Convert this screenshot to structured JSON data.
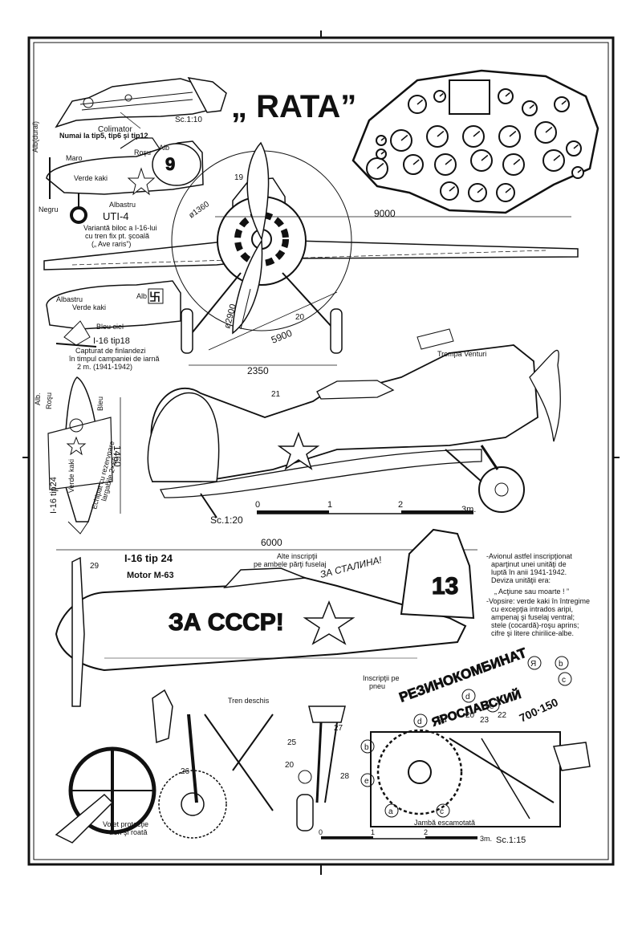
{
  "title": "„ RATA”",
  "gunsight": {
    "label": "Colimator",
    "scale": "Sc.1:10",
    "note": "Numai la tip5, tip6 şi tip12"
  },
  "uti4": {
    "colors": [
      "Alb(dural)",
      "Maro",
      "Roşu",
      "Alb",
      "Verde kaki",
      "Albastru",
      "Negru"
    ],
    "name": "UTI-4",
    "desc1": "Variantă biloc a I-16-lui",
    "desc2": "cu tren fix pt. şcoală",
    "desc3": "(„ Ave raris”)"
  },
  "finnish": {
    "colors": [
      "Albastru",
      "Alb",
      "Verde kaki",
      "Bleu ciel"
    ],
    "name": "I-16 tip18",
    "desc1": "Capturat de finlandezi",
    "desc2": "în timpul campaniei de iarnă",
    "desc3": "2 m. (1941-1942)"
  },
  "underside": {
    "colors": [
      "Alb.",
      "Roşu",
      "Bleu"
    ],
    "type": "I-16 tip24",
    "label": "Verde kaki",
    "tanks1": "Echipat cu rezervoare",
    "tanks2": "largabile 2×60 l."
  },
  "front_view": {
    "dims": [
      "9000",
      "ø1360",
      "ø2900",
      "5900",
      "2350"
    ],
    "callouts": [
      "19",
      "20"
    ]
  },
  "side_view": {
    "callouts": [
      "21"
    ],
    "venturi": "Trompă Venturi",
    "dim": "1460",
    "scale": "Sc.1:20",
    "scale_ticks": [
      "0",
      "1",
      "2",
      "3m."
    ]
  },
  "profile": {
    "span": "6000",
    "name": "I-16  tip 24",
    "engine": "Motor  M-63",
    "callout": "29",
    "other_marks1": "Alte inscripţii",
    "other_marks2": "pe ambele părţi fuselaj",
    "slogan": "ЗА СТАЛИНА!",
    "fuselage_text": "ЗА СССР!",
    "tail_number": "13"
  },
  "notes": {
    "n1": "-Avionul astfel inscripţionat",
    "n2": "aparţinut unei unităţi de",
    "n3": "luptă în anii 1941-1942.",
    "n4": "Deviza unităţii era:",
    "n5": "„ Acţiune sau moarte ! ”",
    "n6": "-Vopsire: verde kaki în întregime",
    "n7": "cu excepţia intrados aripi,",
    "n8": "ampenaj şi fuselaj ventral;",
    "n9": "stele (cocardă)-roşu aprins;",
    "n10": "cifre şi litere chirilice-albe."
  },
  "tire": {
    "label1": "Inscripţii pe",
    "label2": "pneu",
    "arc1": "РЕЗИНОКОМБИНАТ",
    "arc2": "ЯРОСЛАВСКИЙ",
    "arc3": "700·150",
    "letters": [
      "Я",
      "b",
      "c",
      "d",
      "e"
    ]
  },
  "gear": {
    "open": "Tren deschis",
    "callouts": [
      "26",
      "20",
      "25",
      "27",
      "28",
      "24",
      "20",
      "23",
      "22"
    ],
    "flap1": "Volet protecţie",
    "flap2": "tren şi roată",
    "retracted": "Jambă escamotată",
    "scale": "Sc.1:15",
    "scale_ticks": [
      "0",
      "1",
      "2",
      "3m."
    ],
    "letters": [
      "a",
      "b",
      "c",
      "d",
      "e"
    ]
  }
}
